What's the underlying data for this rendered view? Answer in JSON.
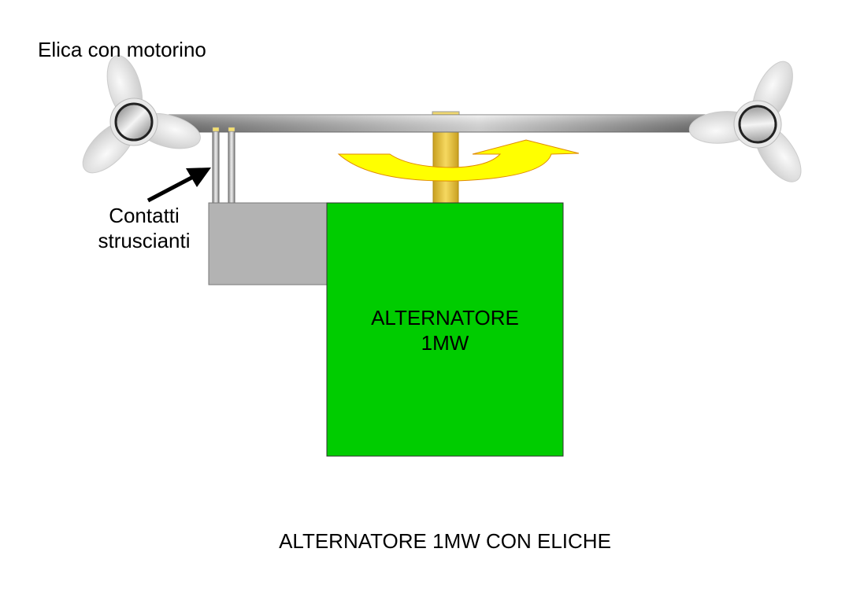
{
  "labels": {
    "propeller": "Elica con motorino",
    "contacts_line1": "Contatti",
    "contacts_line2": "struscianti",
    "alternator_line1": "ALTERNATORE",
    "alternator_line2": "1MW",
    "caption": "ALTERNATORE 1MW CON ELICHE"
  },
  "colors": {
    "alternator": "#00cc00",
    "rotation_arrow": "#ffff00",
    "shaft": "#e6c030",
    "housing": "#b3b3b3"
  },
  "icons": [
    "propeller-left",
    "propeller-right",
    "rotation-arrow",
    "pointer-arrow"
  ]
}
